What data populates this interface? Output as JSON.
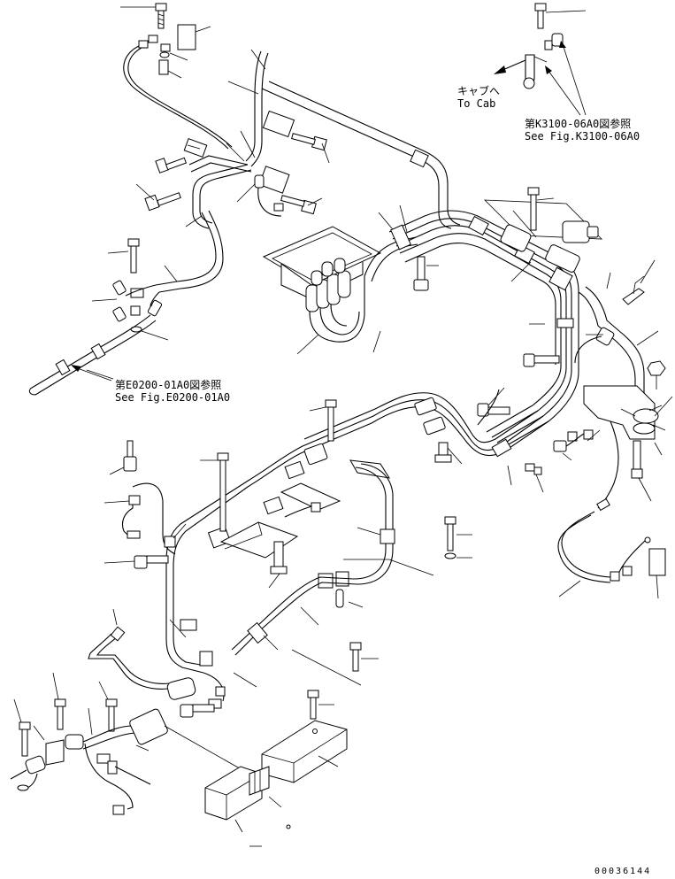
{
  "notes": {
    "cab": {
      "line_jp": "キャブへ",
      "line_en": "To Cab"
    },
    "k3100": {
      "line_jp": "第K3100-06A0図参照",
      "line_en": "See Fig.K3100-06A0"
    },
    "e0200": {
      "line_jp": "第E0200-01A0図参照",
      "line_en": "See Fig.E0200-01A0"
    }
  },
  "drawing_number": "00036144"
}
